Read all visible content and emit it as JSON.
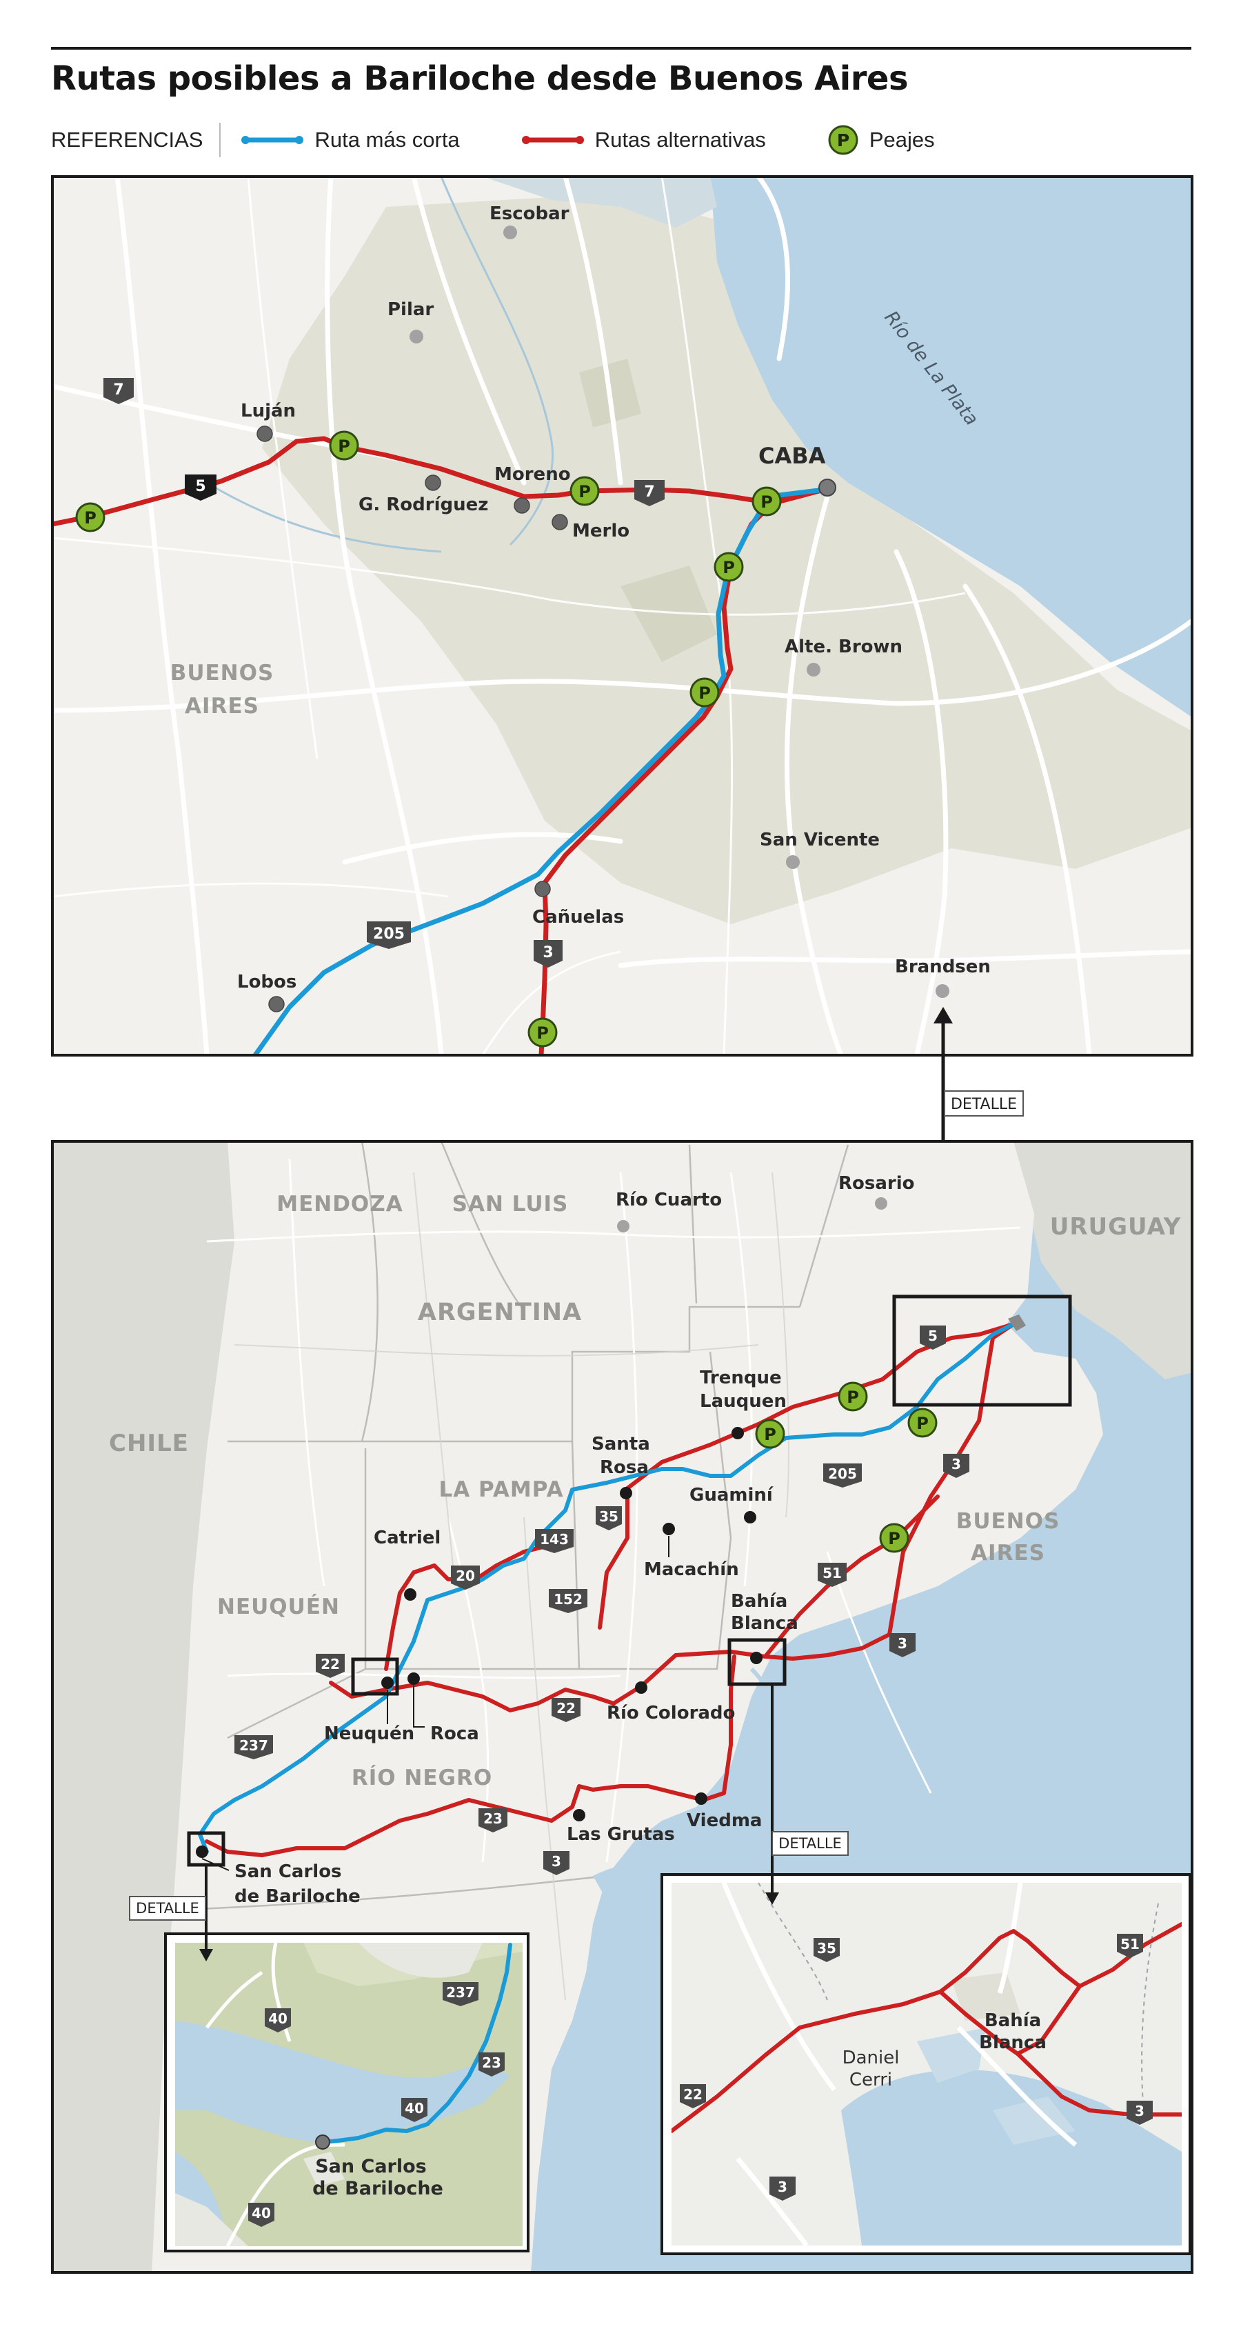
{
  "header": {
    "title": "Rutas posibles a Bariloche desde Buenos Aires"
  },
  "legend": {
    "title": "REFERENCIAS",
    "shortest": "Ruta más corta",
    "alternative": "Rutas alternativas",
    "tolls": "Peajes",
    "toll_symbol": "P"
  },
  "colors": {
    "shortest_route": "#1a9bd7",
    "alternative_routes": "#cc1f1f",
    "toll_fill": "#86b82e",
    "water": "#b7d3e5",
    "land": "#f2f0ec",
    "urban": "#e1e2d5"
  },
  "detail_map": {
    "cities": {
      "escobar": "Escobar",
      "pilar": "Pilar",
      "lujan": "Luján",
      "grodriguez": "G. Rodríguez",
      "moreno": "Moreno",
      "merlo": "Merlo",
      "caba": "CABA",
      "altebrown": "Alte. Brown",
      "sanvicente": "San Vicente",
      "canuelas": "Cañuelas",
      "lobos": "Lobos",
      "brandsen": "Brandsen"
    },
    "region_line1": "BUENOS",
    "region_line2": "AIRES",
    "river": "Río de La Plata",
    "roads": {
      "r7": "7",
      "r5": "5",
      "r7b": "7",
      "r205": "205",
      "r3": "3"
    }
  },
  "detalle_label": "DETALLE",
  "overview_map": {
    "provinces": {
      "mendoza": "MENDOZA",
      "sanluis": "SAN LUIS",
      "argentina": "ARGENTINA",
      "lapampa": "LA PAMPA",
      "neuquen": "NEUQUÉN",
      "rionegro": "RÍO NEGRO",
      "chile": "CHILE",
      "uruguay": "URUGUAY",
      "ba1": "BUENOS",
      "ba2": "AIRES"
    },
    "cities": {
      "riocuarto": "Río Cuarto",
      "rosario": "Rosario",
      "trenque1": "Trenque",
      "trenque2": "Lauquen",
      "santarosa1": "Santa",
      "santarosa2": "Rosa",
      "guamini": "Guaminí",
      "catriel": "Catriel",
      "macachin": "Macachín",
      "bahia1": "Bahía",
      "bahia2": "Blanca",
      "neuquen": "Neuquén",
      "roca": "Roca",
      "riocolorado": "Río Colorado",
      "viedma": "Viedma",
      "lasgrutas": "Las Grutas",
      "bariloche1": "San Carlos",
      "bariloche2": "de Bariloche"
    },
    "roads": {
      "r5": "5",
      "r3a": "3",
      "r205": "205",
      "r35": "35",
      "r143": "143",
      "r20": "20",
      "r152": "152",
      "r51": "51",
      "r22a": "22",
      "r22b": "22",
      "r3b": "3",
      "r237": "237",
      "r23": "23",
      "r3c": "3"
    }
  },
  "bariloche_inset": {
    "city1": "San Carlos",
    "city2": "de Bariloche",
    "roads": {
      "r40a": "40",
      "r237": "237",
      "r23": "23",
      "r40b": "40",
      "r40c": "40"
    }
  },
  "bahia_inset": {
    "daniel1": "Daniel",
    "daniel2": "Cerri",
    "bahia1": "Bahía",
    "bahia2": "Blanca",
    "roads": {
      "r35": "35",
      "r51": "51",
      "r22": "22",
      "r3a": "3",
      "r3b": "3"
    }
  }
}
